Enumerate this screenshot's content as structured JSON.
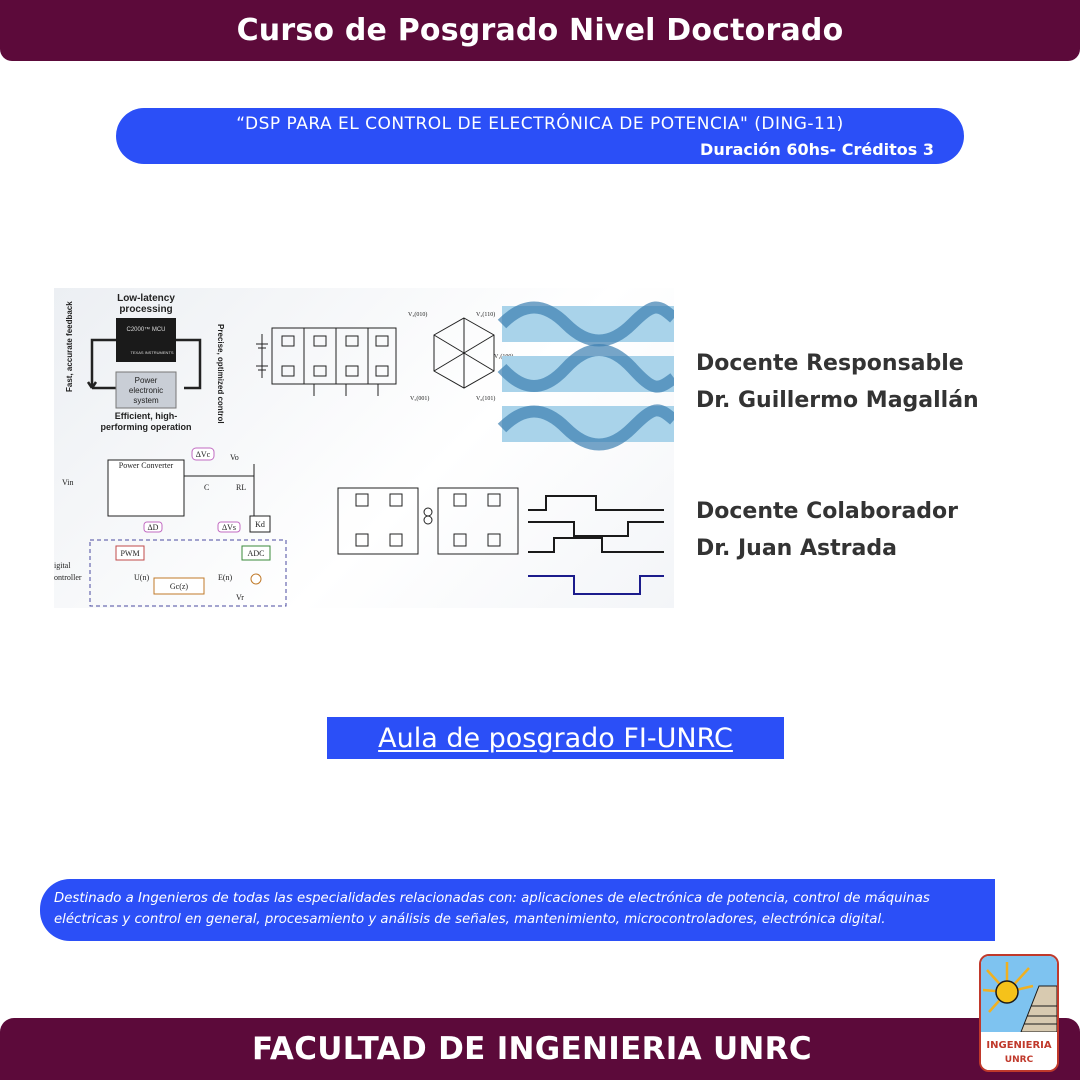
{
  "header": {
    "title": "Curso de Posgrado Nivel Doctorado"
  },
  "course": {
    "title": "“DSP PARA EL CONTROL DE ELECTRÓNICA DE POTENCIA\" (DING-11)",
    "duration": "Duración 60hs- Créditos 3"
  },
  "figure": {
    "block1": {
      "top_label_1": "Low-latency",
      "top_label_2": "processing",
      "mcu_label": "C2000™ MCU",
      "mcu_brand": "TEXAS INSTRUMENTS",
      "left_label": "Fast, accurate feedback",
      "right_label": "Precise, optimized control",
      "system_label_1": "Power",
      "system_label_2": "electronic",
      "system_label_3": "system",
      "bottom_label_1": "Efficient, high-",
      "bottom_label_2": "performing operation"
    },
    "block2": {
      "power_converter": "Power Converter",
      "vin": "Vin",
      "vo": "Vo",
      "dvc": "ΔVc",
      "c": "C",
      "rl": "RL",
      "dd": "ΔD",
      "dvs": "ΔVs",
      "kd": "Kd",
      "pwm": "PWM",
      "adc": "ADC",
      "un": "U(n)",
      "en": "E(n)",
      "gcz": "Gc(z)",
      "vr": "Vr",
      "digital_1": "igital",
      "digital_2": "ontroller"
    },
    "vectors": {
      "v2": "V₂(110)",
      "v3": "V₃(010)",
      "v6": "V₆(101)",
      "v1": "V₁(100)",
      "v5": "V₅(001)"
    }
  },
  "teachers": {
    "responsible_role": "Docente Responsable",
    "responsible_name": "Dr. Guillermo Magallán",
    "collaborator_role": "Docente Colaborador",
    "collaborator_name": "Dr. Juan Astrada"
  },
  "link": {
    "label": "Aula de posgrado FI-UNRC"
  },
  "audience": {
    "text": "Destinado a Ingenieros de todas las especialidades relacionadas con: aplicaciones de electrónica de potencia, control de máquinas eléctricas y control en general, procesamiento y análisis de señales, mantenimiento, microcontroladores, electrónica digital."
  },
  "footer": {
    "title": "FACULTAD DE INGENIERIA UNRC"
  },
  "logo": {
    "line1": "INGENIERIA",
    "line2": "UNRC"
  },
  "colors": {
    "maroon": "#5c0a3a",
    "blue": "#2b4ff7",
    "text_dark": "#333333"
  }
}
